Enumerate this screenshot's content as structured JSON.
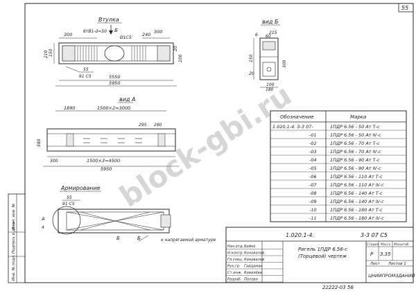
{
  "sheet": {
    "page_number": "55",
    "bottom_code": "22222-03 56"
  },
  "drawing": {
    "view_top_label": "Втулка",
    "view_b_label": "вид Б",
    "view_a_label": "вид А",
    "reinforcement_label": "Армирование",
    "note_bottom": "к напрягаемой арматуре",
    "callout_letter_b": "Б",
    "callout_letter_a": "А",
    "callout_letter_b_small": "Б",
    "callout_b_number": "6",
    "callout_a_number": "4",
    "top_dims": {
      "d300a": "300",
      "d300b": "300",
      "d240": "240",
      "d5950": "5950",
      "d5550": "5550",
      "rebar_a": "6тВ1-d=50",
      "rebar_b": "Ø1С5",
      "frac_top": "55",
      "frac_bot": "91 С5",
      "side_150": "150",
      "side_210": "210",
      "side_20": "20",
      "side_100": "100"
    },
    "section_dims": {
      "d215": "215",
      "d300": "300",
      "d60": "60",
      "d150": "150",
      "d20": "20",
      "d100": "100",
      "d180": "180"
    },
    "mid_dims": {
      "d1890": "1890",
      "d1500x2": "1500×2=3000",
      "d295": "295",
      "d280": "280",
      "d580": "580",
      "d300": "300",
      "d1500x3": "1500×3=4500",
      "d5950": "5950"
    },
    "rebar_dims": {
      "frac_top": "55",
      "frac_bot": "91 С5",
      "label_a": "А",
      "label_b": "Б"
    }
  },
  "spec_table": {
    "headers": [
      "Обозначение",
      "Марка"
    ],
    "rows": [
      {
        "code": "1.020.1-4.   3-3 07-",
        "mark": "1ПДР 6.56 - 50 Ат Т-с"
      },
      {
        "code": "-01",
        "mark": "1ПДР 6.56 - 50 Ат Ⅳ-с"
      },
      {
        "code": "-02",
        "mark": "1ПДР 6.56 - 70 Ат Т-с"
      },
      {
        "code": "-03",
        "mark": "1ПДР 6.56 - 70 Ат Ⅳ-с"
      },
      {
        "code": "-04",
        "mark": "1ПДР 6.56 - 90 Ат Т-с"
      },
      {
        "code": "-05",
        "mark": "1ПДР 6.56 - 90 Ат Ⅳ-с"
      },
      {
        "code": "-06",
        "mark": "1ПДР 6.56 - 110 Ат Т-с"
      },
      {
        "code": "-07",
        "mark": "1ПДР 6.56 - 110 Ат Ⅳ-с"
      },
      {
        "code": "-08",
        "mark": "1ПДР 6.56 - 140 Ат Т-с"
      },
      {
        "code": "-09",
        "mark": "1ПДР 6.56 - 140 Ат Ⅳ-с"
      },
      {
        "code": "-10",
        "mark": "1ПДР 6.56 - 180 Ат Т-с"
      },
      {
        "code": "-11",
        "mark": "1ПДР 6.56 - 180 Ат Ⅳ-с"
      }
    ]
  },
  "title_block": {
    "series_code": "1.020.1-4.",
    "sheet_code": "3-3  07 С5",
    "title_line1": "Ригель 1ПДР 6.56-с",
    "title_line2": "(Торцевой) чертеж",
    "stage_header": "Стадия",
    "mass_header": "Масса",
    "scale_header": "Масштаб",
    "stage_value": "Р",
    "mass_value": "3.35",
    "sheet_label": "Лист",
    "sheets_label": "Листов 1",
    "organization": "ЦНИИПРОМЗДАНИЙ",
    "staff": [
      {
        "role": "Нач.отд.",
        "name": "Бойко"
      },
      {
        "role": "Н.контр.",
        "name": "Коновалов"
      },
      {
        "role": "Гл.спец.",
        "name": "Коновалов"
      },
      {
        "role": "Рук.гр.",
        "name": "Гайдамак"
      },
      {
        "role": "Ст.инж.",
        "name": "Ковалёва"
      },
      {
        "role": "Разраб.",
        "name": "Попова"
      }
    ]
  },
  "side_stamp": {
    "labels": [
      "Инв. № подл.",
      "Подпись и дата",
      "Взам. инв. №"
    ]
  },
  "watermark": {
    "text": "block-gbi.ru"
  }
}
